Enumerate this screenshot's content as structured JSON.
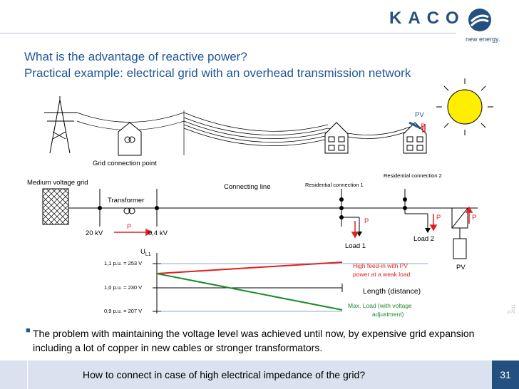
{
  "logo": {
    "name": "KACO",
    "tagline": "new energy."
  },
  "title": {
    "line1": "What is the advantage of reactive power?",
    "line2": "Practical example: electrical grid with an overhead transmission network"
  },
  "diagram": {
    "pv_top": "PV",
    "p_top": "P",
    "grid_connection_point": "Grid connection point",
    "medium_voltage_grid": "Medium voltage grid",
    "transformer": "Transformer",
    "connecting_line": "Connecting line",
    "residential_connection_1": "Residential connection 1",
    "residential_connection_2": "Residential connection 2",
    "kv20": "20 kV",
    "kv04": "0,4 kV",
    "p_transformer": "P",
    "p_load1": "P",
    "p_load2": "P",
    "p_pv": "P",
    "load1": "Load 1",
    "load2": "Load 2",
    "pv_bottom": "PV",
    "ul1": "U",
    "ul1_sub": "L1",
    "v_high": "1,1 p.u. = 253 V",
    "v_nom": "1,0 p.u. = 230 V",
    "v_low": "0,9 p.u. = 207 V",
    "high_feed_in_1": "High feed-in with PV",
    "high_feed_in_2": "power at a weak load",
    "length": "Length (distance)",
    "max_load_1": "Max. Load (with voltage",
    "max_load_2": "adjustment)"
  },
  "bullet": "The problem with maintaining  the voltage level was achieved until now, by expensive grid expansion including a lot of copper in new cables or stronger transformators.",
  "footer": {
    "question": "How to connect in case of high electrical impedance of the grid?",
    "page": "31"
  },
  "side_note": "© 2011",
  "colors": {
    "brand": "#24507f",
    "title": "#1e5696",
    "red": "#e02020",
    "green": "#1d8a2d",
    "sun": "#ffee00"
  }
}
